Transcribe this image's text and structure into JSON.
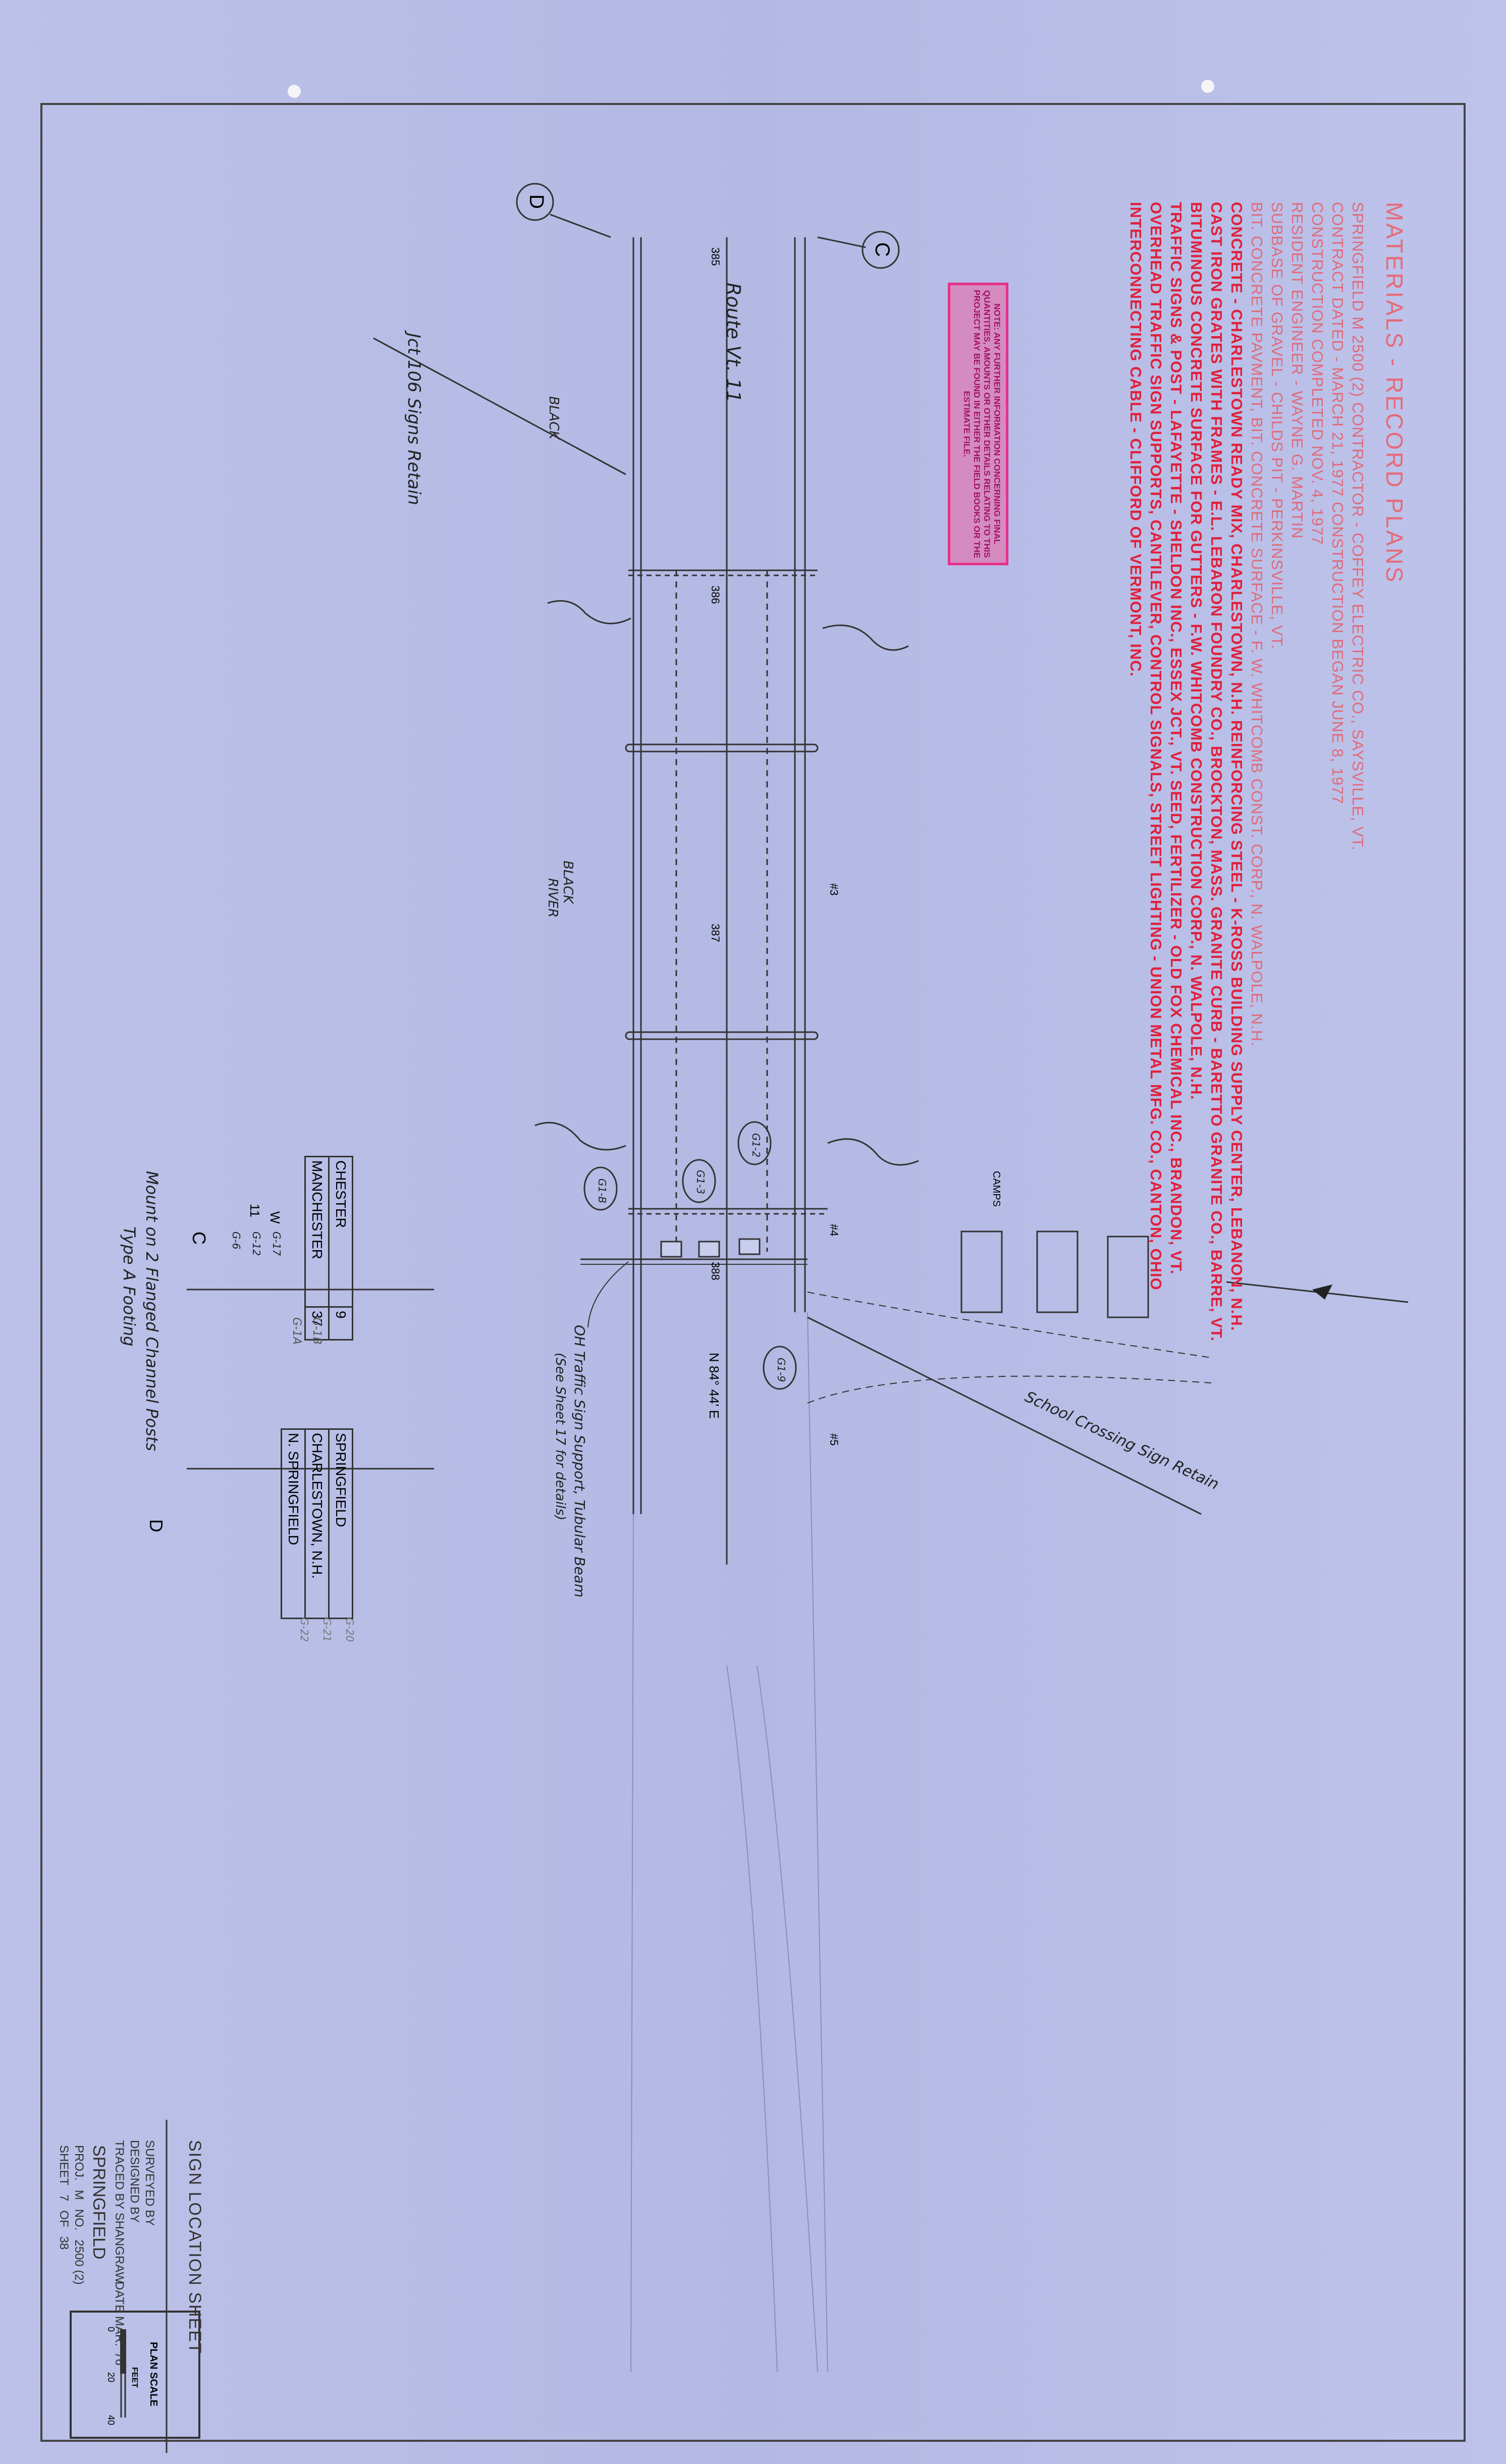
{
  "materials": {
    "title": "MATERIALS - RECORD PLANS",
    "lines": [
      {
        "text": "SPRINGFIELD M 2500 (2)  CONTRACTOR - COFFEY ELECTRIC CO., SAYSVILLE, VT.",
        "style": "thin"
      },
      {
        "text": "CONTRACT DATED - MARCH 21, 1977     CONSTRUCTION BEGAN JUNE 8, 1977",
        "style": "thin"
      },
      {
        "text": "CONSTRUCTION COMPLETED NOV. 4, 1977",
        "style": "thin"
      },
      {
        "text": "RESIDENT ENGINEER - WAYNE G. MARTIN",
        "style": "thin"
      },
      {
        "text": "SUBBASE OF GRAVEL - CHILDS PIT - PERKINSVILLE, VT.",
        "style": "thin"
      },
      {
        "text": "BIT. CONCRETE PAVMENT, BIT. CONCRETE SURFACE - F. W. WHITCOMB CONST. CORP., N. WALPOLE, N.H.",
        "style": "thin"
      },
      {
        "text": "CONCRETE - CHARLESTOWN READY MIX, CHARLESTOWN, N.H.   REINFORCING STEEL - K-ROSS BUILDING SUPPLY CENTER, LEBANON, N.H.",
        "style": "bold"
      },
      {
        "text": "CAST IRON GRATES WITH FRAMES - E.L. LEBARON FOUNDRY CO., BROCKTON, MASS.   GRANITE CURB - BARETTO GRANITE CO., BARRE, VT.",
        "style": "bold"
      },
      {
        "text": "BITUMINOUS CONCRETE SURFACE FOR GUTTERS - F.W. WHITCOMB CONSTRUCTION CORP., N. WALPOLE, N.H.",
        "style": "bold"
      },
      {
        "text": "TRAFFIC SIGNS & POST - LAFAYETTE - SHELDON INC., ESSEX JCT., VT.   SEED, FERTILIZER - OLD FOX CHEMICAL INC., BRANDON, VT.",
        "style": "bold"
      },
      {
        "text": "OVERHEAD TRAFFIC SIGN SUPPORTS, CANTILEVER, CONTROL SIGNALS, STREET LIGHTING - UNION METAL MFG. CO., CANTON, OHIO",
        "style": "bold"
      },
      {
        "text": "INTERCONNECTING CABLE - CLIFFORD OF VERMONT, INC.",
        "style": "bold"
      }
    ]
  },
  "stamp": {
    "text": "NOTE: ANY FURTHER INFORMATION CONCERNING FINAL QUANTITIES, AMOUNTS OR OTHER DETAILS RELATING TO THIS PROJECT MAY BE FOUND IN EITHER THE FIELD BOOKS OR THE ESTIMATE FILE."
  },
  "plan": {
    "route_label": "Route Vt. 11",
    "river_label_1": "BLACK",
    "river_label_2": "RIVER",
    "stations": [
      "385",
      "386",
      "387",
      "388"
    ],
    "bearing": "N 84° 44' E",
    "jct_note": "Jct 106 Signs Retain",
    "school_note": "School Crossing Sign Retain",
    "camps": "CAMPS",
    "oh_note_1": "OH Traffic Sign Support, Tubular Beam",
    "oh_note_2": "(See Sheet 17 for details)",
    "section_c": "C",
    "section_d": "D",
    "bubbles": [
      "G1-2",
      "G1-3",
      "G1-B",
      "G1-9"
    ],
    "hash_marks": [
      "#3",
      "#4",
      "#5"
    ]
  },
  "signs": {
    "c_group": {
      "row1_left": "CHESTER",
      "row1_right": "9",
      "row1_code": "G-1B",
      "row2_left": "MANCHESTER",
      "row2_right": "37",
      "row2_code": "G-1A",
      "small1": "W",
      "small1_code": "G-17",
      "small2": "11",
      "small2_code": "G-12",
      "small3_code": "G-6",
      "label": "C"
    },
    "d_group": {
      "row1": "SPRINGFIELD",
      "row1_code": "G-20",
      "row2": "CHARLESTOWN, N.H.",
      "row2_code": "G-21",
      "row3": "N. SPRINGFIELD",
      "row3_code": "G-22",
      "label": "D"
    },
    "mount_note_1": "Mount on 2 Flanged Channel Posts",
    "mount_note_2": "Type A Footing"
  },
  "scale": {
    "title": "PLAN SCALE",
    "ticks": [
      "0",
      "20",
      "40"
    ],
    "unit": "FEET"
  },
  "title_block": {
    "sheet_title": "SIGN LOCATION SHEET",
    "surveyed": "SURVEYED BY",
    "designed": "DESIGNED BY",
    "traced": "TRACED BY  SHANGRAW",
    "date": "DATE  MAR. '76",
    "town": "SPRINGFIELD",
    "project_prefix": "PROJ.",
    "project_letter": "M",
    "project_no_label": "NO.",
    "project_no": "2500 (2)",
    "sheet_label": "SHEET",
    "sheet_no": "7",
    "sheet_of": "OF",
    "sheet_total": "38"
  },
  "colors": {
    "paper": "#b8bee6",
    "red_ink": "#e0203c",
    "stamp": "#e8308a",
    "pencil": "#2a2a2a"
  }
}
